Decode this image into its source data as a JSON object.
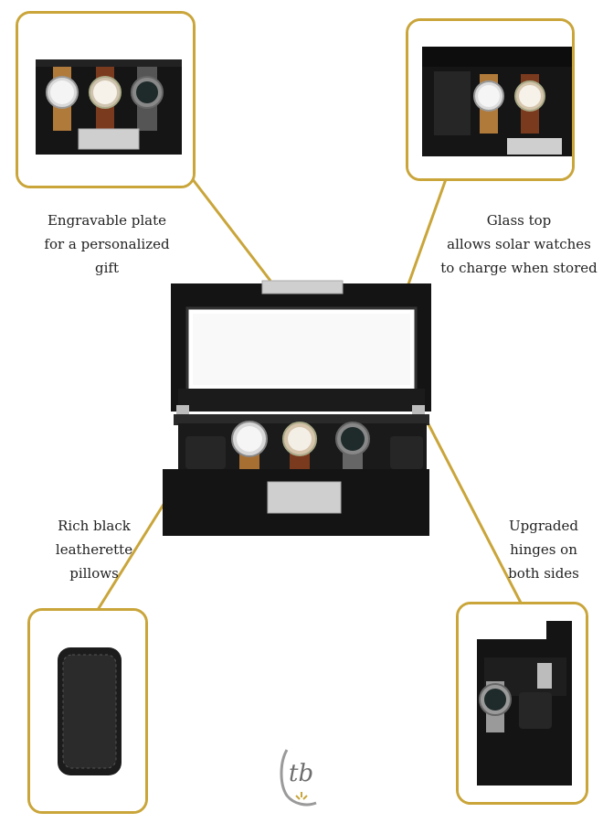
{
  "callouts": {
    "engrave": {
      "lines": [
        "Engravable plate",
        "for a personalized",
        "gift"
      ]
    },
    "glass": {
      "lines": [
        "Glass top",
        "allows solar watches",
        "to charge when stored"
      ]
    },
    "pillows": {
      "lines": [
        "Rich black",
        "leatherette",
        "pillows"
      ]
    },
    "hinges": {
      "lines": [
        "Upgraded",
        "hinges on",
        "both sides"
      ]
    }
  },
  "colors": {
    "accent_gold": "#c9a53a",
    "box_black": "#141414",
    "plate_silver": "#cfcfcf"
  },
  "icons": {
    "logo": "tb-monogram-logo"
  }
}
